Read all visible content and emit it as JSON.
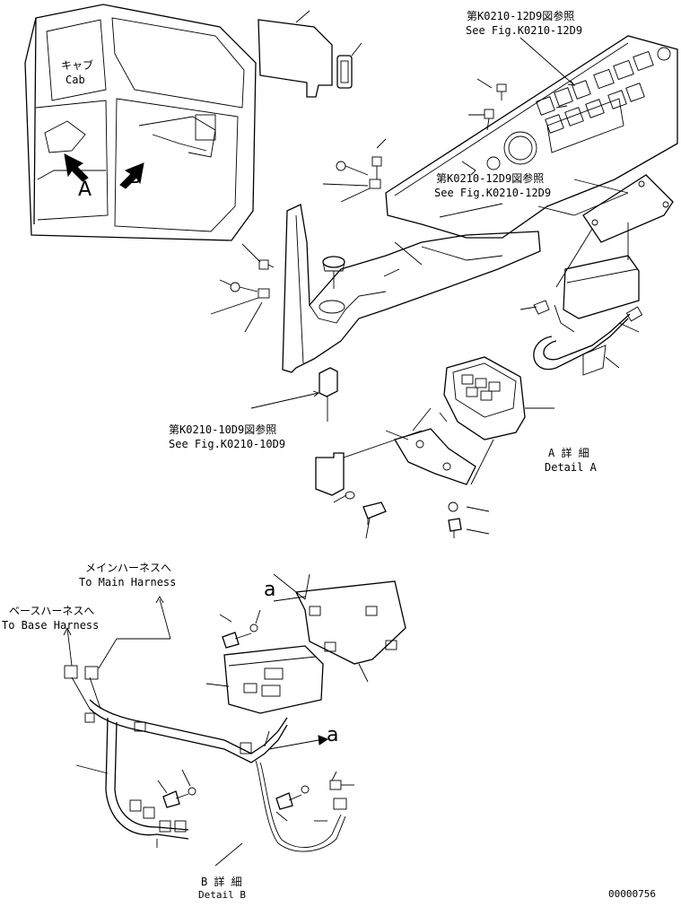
{
  "labels": {
    "cab_jp": "キャブ",
    "cab_en": "Cab",
    "view_a": "A",
    "view_b": "B",
    "ref_top_jp": "第K0210-12D9図参照",
    "ref_top_en": "See Fig.K0210-12D9",
    "ref_mid_jp": "第K0210-12D9図参照",
    "ref_mid_en": "See Fig.K0210-12D9",
    "ref_low_jp": "第K0210-10D9図参照",
    "ref_low_en": "See Fig.K0210-10D9",
    "detail_a_jp": "A 詳 細",
    "detail_a_en": "Detail A",
    "main_harness_jp": "メインハーネスへ",
    "main_harness_en": "To Main Harness",
    "base_harness_jp": "ベースハーネスへ",
    "base_harness_en": "To Base Harness",
    "marker_a1": "a",
    "marker_a2": "a",
    "detail_b_jp": "B 詳 細",
    "detail_b_en": "Detail B",
    "drawing_number": "00000756"
  }
}
